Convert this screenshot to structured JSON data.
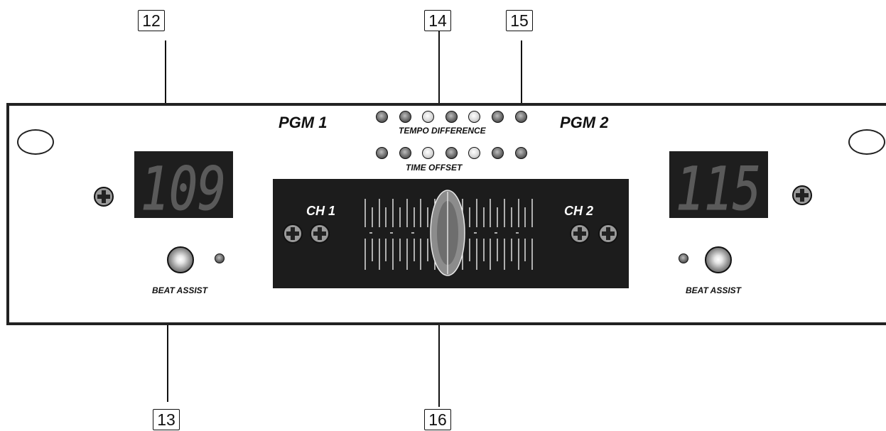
{
  "callouts": {
    "c12": "12",
    "c13": "13",
    "c14": "14",
    "c15": "15",
    "c16": "16"
  },
  "labels": {
    "pgm1": "PGM 1",
    "pgm2": "PGM 2",
    "tempo_difference": "TEMPO DIFFERENCE",
    "time_offset": "TIME OFFSET",
    "ch1": "CH 1",
    "ch2": "CH 2",
    "beat_assist_left": "BEAT ASSIST",
    "beat_assist_right": "BEAT ASSIST"
  },
  "displays": {
    "left_bpm": "109",
    "right_bpm": "115"
  },
  "led_rows": {
    "tempo_difference": [
      "dim",
      "dim",
      "lit",
      "dim",
      "lit",
      "dim",
      "dim"
    ],
    "time_offset": [
      "dim",
      "dim",
      "lit",
      "dim",
      "lit",
      "dim",
      "dim"
    ]
  },
  "icons": {
    "screw": "phillips-screw-icon",
    "button": "beat-assist-button",
    "led": "indicator-led-icon"
  },
  "colors": {
    "panel_border": "#222222",
    "display_bg": "#1e1e1e",
    "segment": "#5a5a5a",
    "fader_bg": "#1c1c1c"
  }
}
